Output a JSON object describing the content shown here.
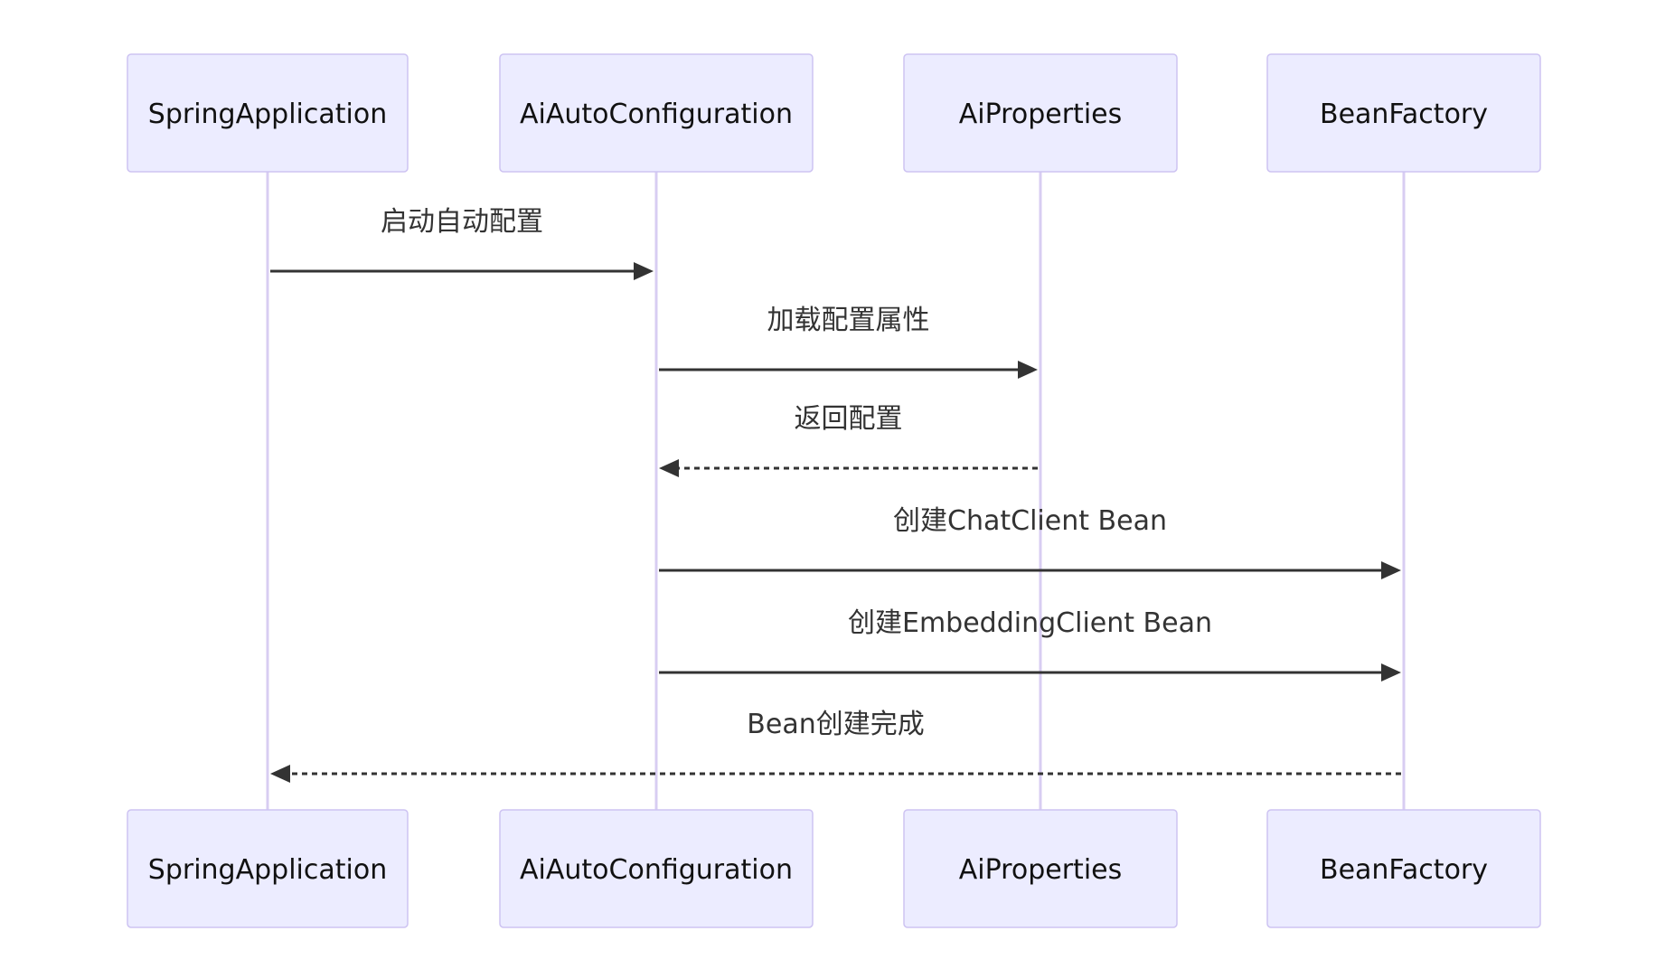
{
  "participants": [
    {
      "id": "spring",
      "label": "SpringApplication"
    },
    {
      "id": "auto",
      "label": "AiAutoConfiguration"
    },
    {
      "id": "props",
      "label": "AiProperties"
    },
    {
      "id": "factory",
      "label": "BeanFactory"
    }
  ],
  "messages": [
    {
      "from": "spring",
      "to": "auto",
      "label": "启动自动配置",
      "style": "solid"
    },
    {
      "from": "auto",
      "to": "props",
      "label": "加载配置属性",
      "style": "solid"
    },
    {
      "from": "props",
      "to": "auto",
      "label": "返回配置",
      "style": "dashed"
    },
    {
      "from": "auto",
      "to": "factory",
      "label": "创建ChatClient Bean",
      "style": "solid"
    },
    {
      "from": "auto",
      "to": "factory",
      "label": "创建EmbeddingClient Bean",
      "style": "solid"
    },
    {
      "from": "factory",
      "to": "spring",
      "label": "Bean创建完成",
      "style": "dashed"
    }
  ],
  "colors": {
    "actor_fill": "#ececff",
    "actor_stroke": "#cdc3f2",
    "lifeline": "#d8cdf2",
    "arrow": "#333333"
  }
}
